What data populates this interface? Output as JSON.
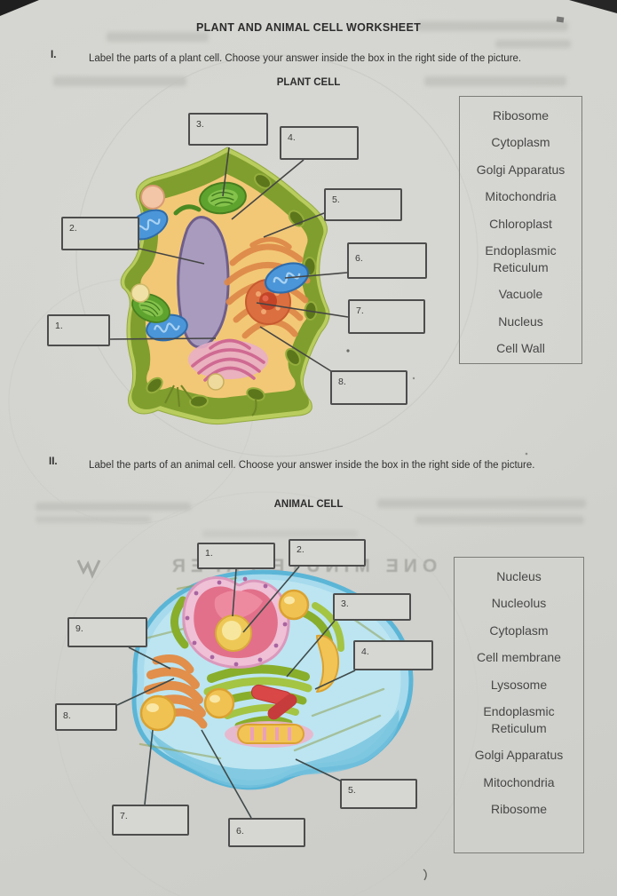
{
  "page": {
    "title": "PLANT AND ANIMAL CELL WORKSHEET",
    "paper_color": "#d3d3cf",
    "ink_color": "#2e2e2e"
  },
  "section1": {
    "numeral": "I.",
    "instruction": "Label the parts of a plant cell. Choose your answer inside the box in the right side of the picture.",
    "diagram_title": "PLANT CELL",
    "answer_boxes": [
      "1.",
      "2.",
      "3.",
      "4.",
      "5.",
      "6.",
      "7.",
      "8."
    ],
    "word_bank": [
      "Ribosome",
      "Cytoplasm",
      "Golgi Apparatus",
      "Mitochondria",
      "Chloroplast",
      "Endoplasmic Reticulum",
      "Vacuole",
      "Nucleus",
      "Cell Wall"
    ]
  },
  "section2": {
    "numeral": "II.",
    "instruction": "Label the parts of an animal cell. Choose your answer inside the box in the right side of the picture.",
    "diagram_title": "ANIMAL CELL",
    "answer_boxes": [
      "1.",
      "2.",
      "3.",
      "4.",
      "5.",
      "6.",
      "7.",
      "8.",
      "9."
    ],
    "word_bank": [
      "Nucleus",
      "Nucleolus",
      "Cytoplasm",
      "Cell membrane",
      "Lysosome",
      "Endoplasmic Reticulum",
      "Golgi Apparatus",
      "Mitochondria",
      "Ribosome"
    ]
  },
  "artifacts": {
    "mirrored_bleed_text": "ONE MINUTE PAPER"
  },
  "illustration_colors": {
    "plant_cell_wall": "#7f9e2e",
    "plant_cytoplasm": "#f2c876",
    "plant_vacuole": "#a89bbd",
    "plant_er_orange": "#df8a4a",
    "mitochondria_blue": "#4b96d8",
    "chloroplast_green": "#5ea32e",
    "golgi_pink": "#e9aec6",
    "animal_cell_body": "#a6daec",
    "animal_nucleus": "#e2708a",
    "nucleolus_yellow": "#eec857",
    "animal_er_green": "#88ae2c",
    "animal_golgi_orange": "#e18f4b",
    "lysosome_yellow": "#f0c252",
    "centriole_red": "#d94747"
  }
}
